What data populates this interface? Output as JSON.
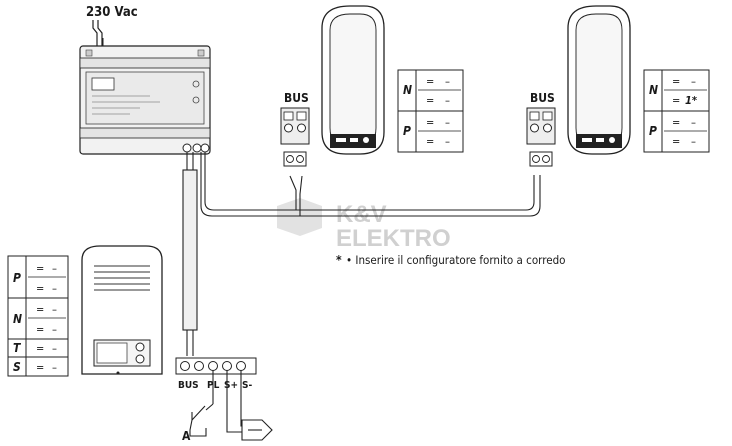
{
  "power": {
    "label": "230 Vac"
  },
  "bus_labels": [
    "BUS",
    "BUS"
  ],
  "handset_cards": [
    {
      "rows": [
        {
          "key": "N",
          "values": [
            "=",
            "–",
            "=",
            "–"
          ]
        },
        {
          "key": "P",
          "values": [
            "=",
            "–",
            "=",
            "–"
          ]
        }
      ]
    },
    {
      "rows": [
        {
          "key": "N",
          "values": [
            "=",
            "–",
            "=",
            "1*"
          ]
        },
        {
          "key": "P",
          "values": [
            "=",
            "–",
            "=",
            "–"
          ]
        }
      ]
    }
  ],
  "panel_card": {
    "rows": [
      {
        "key": "P",
        "values": [
          "=",
          "–",
          "=",
          "–"
        ]
      },
      {
        "key": "N",
        "values": [
          "=",
          "–",
          "=",
          "–"
        ]
      },
      {
        "key": "T",
        "values": [
          "=",
          "–"
        ]
      },
      {
        "key": "S",
        "values": [
          "=",
          "–"
        ]
      }
    ]
  },
  "terminals": [
    "BUS",
    "PL",
    "S+",
    "S-"
  ],
  "lock_label": "A",
  "note": {
    "symbol": "*",
    "text": "• Inserire il configuratore fornito a corredo"
  },
  "watermark": {
    "line1": "K&V",
    "line2": "ELEKTRO"
  }
}
